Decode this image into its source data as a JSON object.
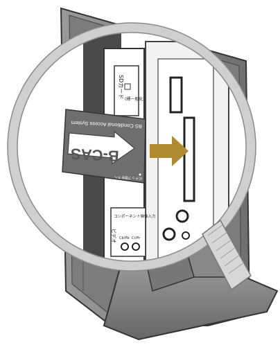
{
  "illustration": {
    "card": {
      "brand": "B-CAS",
      "system_name": "BS Conditional Access System",
      "bottom_note": "ICチップ面を下へ"
    },
    "slot_labels": {
      "sd_card": "SDカード",
      "sd_sub": "(標一般化)",
      "component": "コンポーネント映像入力",
      "video": "ビデオ",
      "cb_pb": "Cb/Pb",
      "cr_pr": "Cr/Pr"
    },
    "colors": {
      "accent_arrow": "#b08a2e",
      "tv_body": "#8c8c8c",
      "card": "#6e6e6e"
    }
  }
}
